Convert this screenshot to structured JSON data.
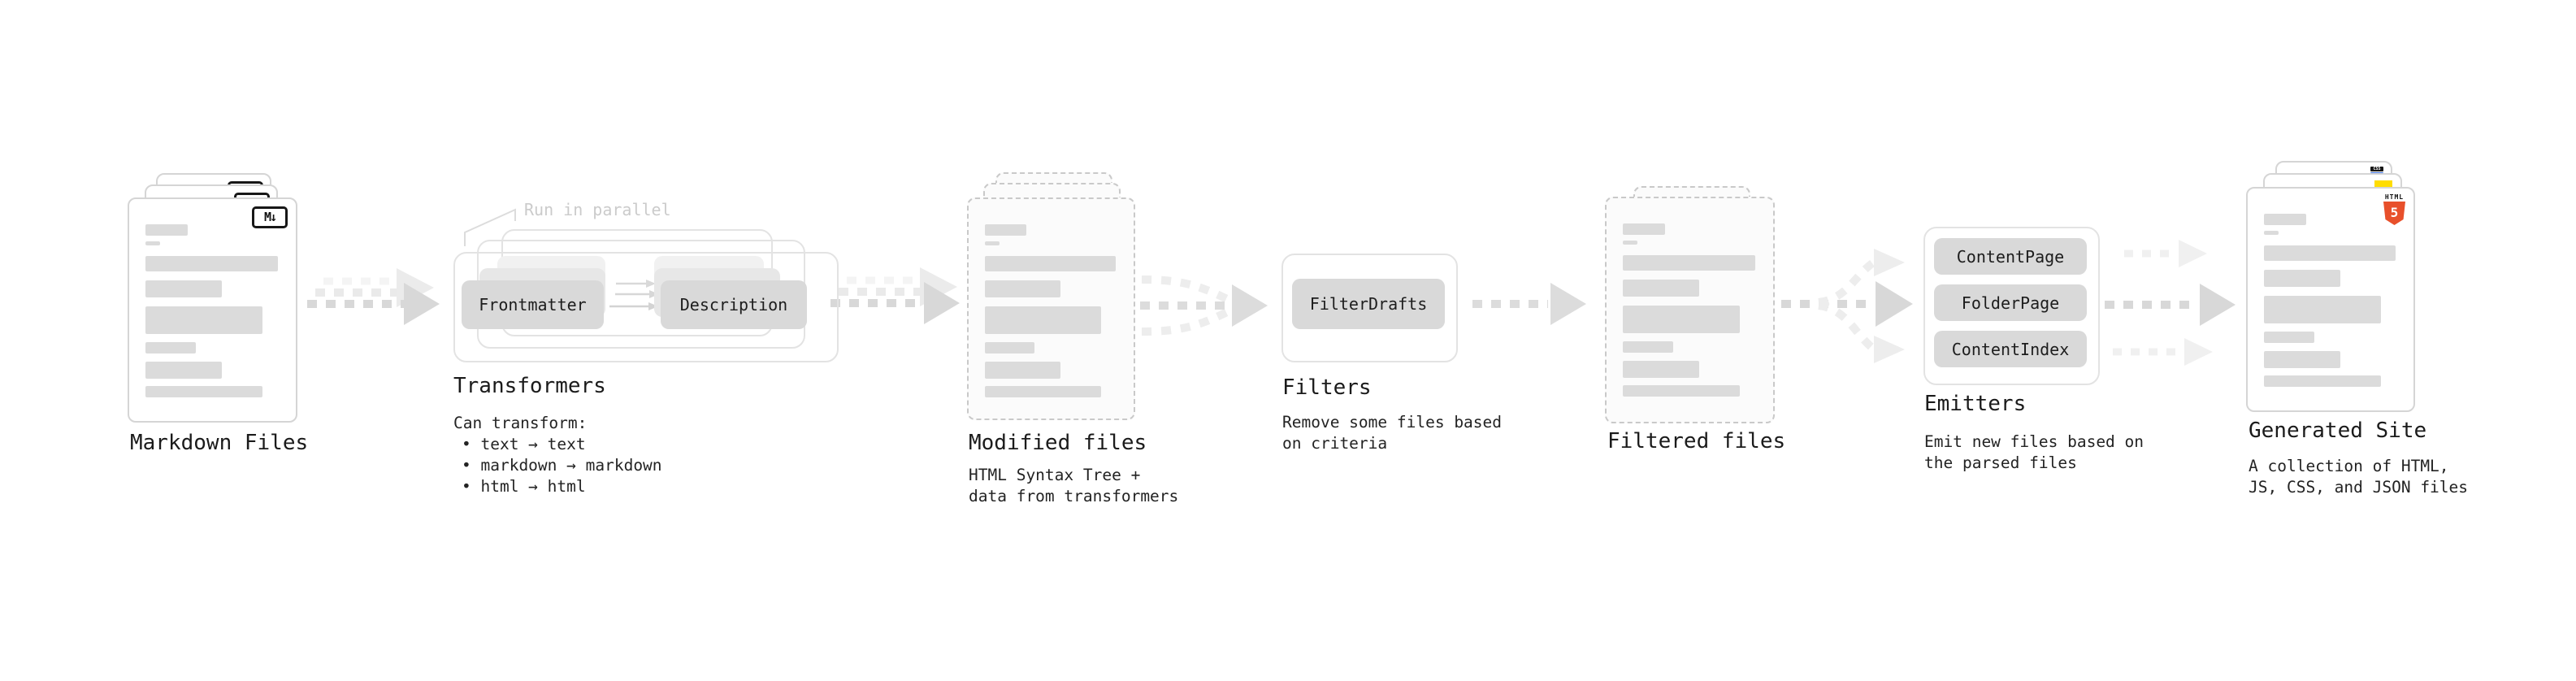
{
  "stages": {
    "markdown": {
      "label": "Markdown Files",
      "file_badge": "M↓"
    },
    "transformers": {
      "label": "Transformers",
      "callout": "Run in parallel",
      "buttons": [
        "Frontmatter",
        "Description"
      ],
      "desc_title": "Can transform:",
      "bullets": [
        "• text → text",
        "• markdown → markdown",
        "• html → html"
      ]
    },
    "modified": {
      "label": "Modified files",
      "desc": [
        "HTML Syntax Tree +",
        "data from transformers"
      ]
    },
    "filters": {
      "label": "Filters",
      "buttons": [
        "FilterDrafts"
      ],
      "desc": [
        "Remove some files based",
        "on criteria"
      ]
    },
    "filtered": {
      "label": "Filtered files"
    },
    "emitters": {
      "label": "Emitters",
      "buttons": [
        "ContentPage",
        "FolderPage",
        "ContentIndex"
      ],
      "desc": [
        "Emit new files based on",
        "the parsed files"
      ]
    },
    "generated": {
      "label": "Generated Site",
      "desc": [
        "A collection of HTML,",
        "JS, CSS, and JSON files"
      ],
      "css_badge": "CSS",
      "html_badge": {
        "text": "HTML",
        "number": "5"
      }
    }
  },
  "colors": {
    "html5_orange": "#e8502b",
    "js_yellow": "#ffdd00",
    "css_blue": "#3b6fe0",
    "arrow_gray": "#d8d8d8",
    "ghost_gray": "#ededed"
  }
}
